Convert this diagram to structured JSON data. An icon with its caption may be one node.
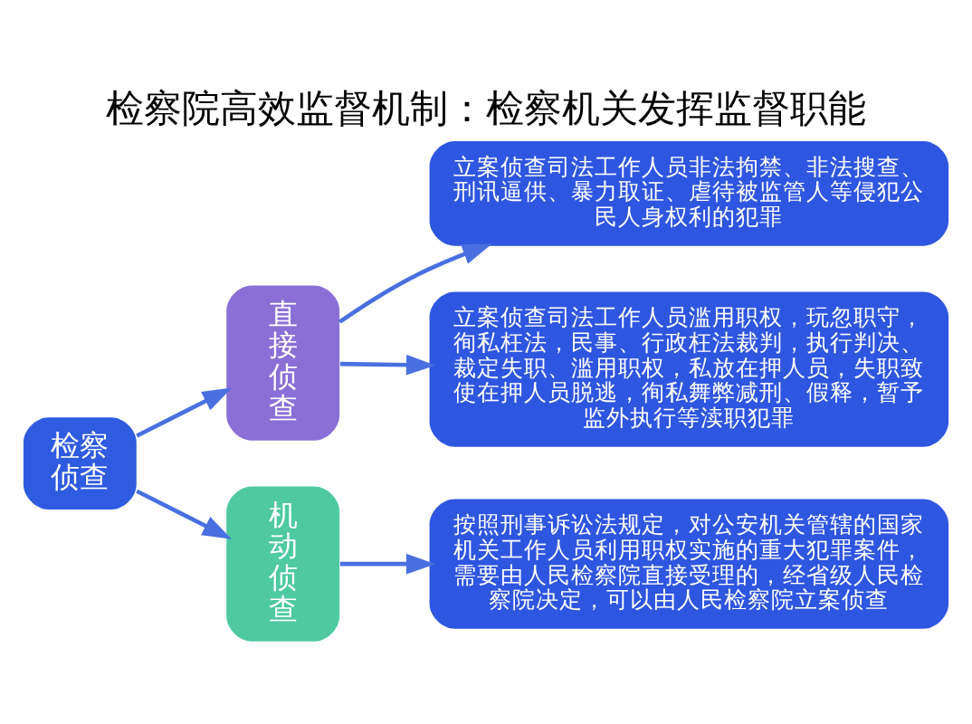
{
  "diagram": {
    "title": "检察院高效监督机制：检察机关发挥监督职能",
    "nodes": [
      {
        "text": [
          "检察侦查"
        ]
      },
      {
        "text": [
          "直接侦查"
        ]
      },
      {
        "text": [
          "机动侦查"
        ]
      },
      {
        "text": [
          "立案侦查司法工作人员非法拘禁、非法搜查、刑讯逼供、暴力取证、虐待被监管人等侵犯公民人身权利的犯罪"
        ]
      },
      {
        "text": [
          "立案侦查司法工作人员滥用职权，玩忽职守，徇私枉法，民事、行政枉法裁判，执行判决、裁定失职、滥用职权，私放在押人员，失职致使在押人员脱逃，徇私舞弊减刑、假释，暂予监外执行等渎职犯罪"
        ]
      },
      {
        "text": [
          "按照刑事诉讼法规定，对公安机关管辖的国家机关工作人员利用职权实施的重大犯罪案件，需要由人民检察院直接受理的，经省级人民检察院决定，可以由人民检察院立案侦查"
        ]
      }
    ],
    "edges": [
      {
        "from": 0,
        "to": 1,
        "arrow": "to"
      },
      {
        "from": 0,
        "to": 2,
        "arrow": "to"
      },
      {
        "from": 1,
        "to": 3,
        "arrow": "to"
      },
      {
        "from": 1,
        "to": 4,
        "arrow": "to"
      },
      {
        "from": 2,
        "to": 5,
        "arrow": "to"
      }
    ]
  }
}
